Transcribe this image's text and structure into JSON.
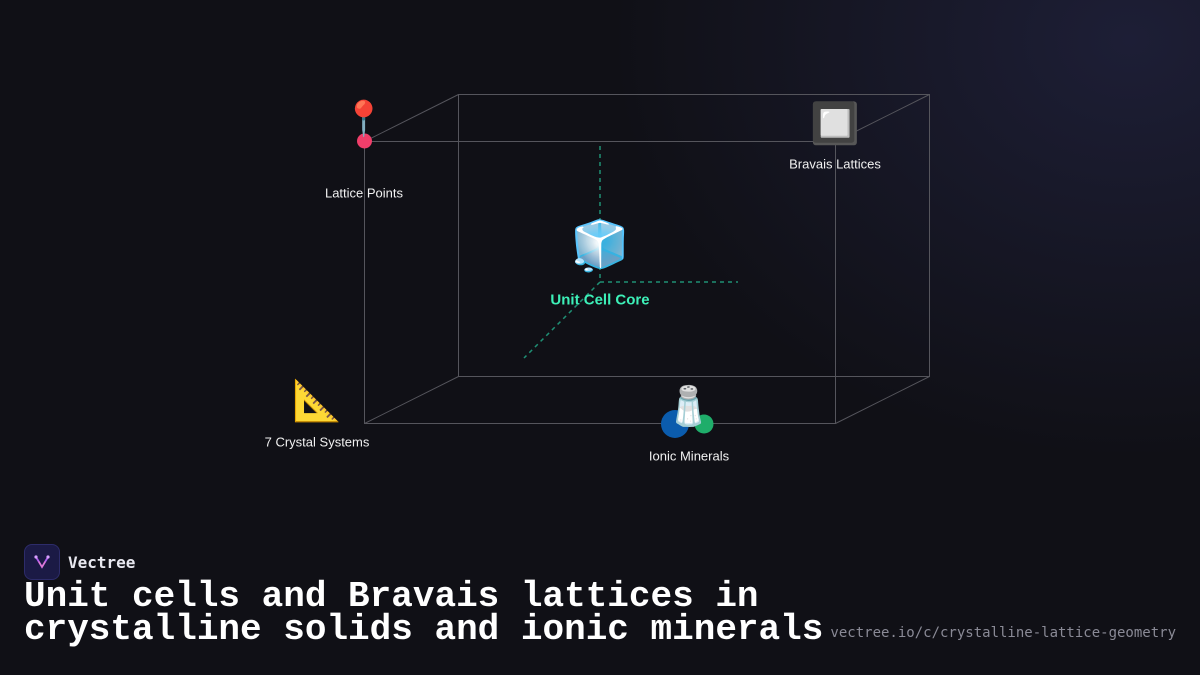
{
  "diagram": {
    "nodes": {
      "lattice_points": {
        "label": "Lattice Points",
        "icon": "round-pushpin-icon",
        "glyph": "📍"
      },
      "bravais": {
        "label": "Bravais Lattices",
        "icon": "white-square-icon",
        "glyph": "🔲"
      },
      "core": {
        "label": "Unit Cell Core",
        "icon": "ice-cube-icon",
        "glyph": "🧊"
      },
      "crystal_systems": {
        "label": "7 Crystal Systems",
        "icon": "triangular-ruler-icon",
        "glyph": "📐"
      },
      "ionic": {
        "label": "Ionic Minerals",
        "icon": "salt-shaker-icon",
        "glyph": "🧂"
      }
    },
    "colors": {
      "edges": "#55555c",
      "axes": "#1f8f74",
      "core_label": "#3df0b8",
      "lattice_point": "#f03e6a",
      "ion_large": "#0b5cad",
      "ion_small": "#1fad6a"
    }
  },
  "footer": {
    "brand": "Vectree",
    "title_line1": "Unit cells and Bravais lattices in",
    "title_line2": "crystalline solids and ionic minerals",
    "url": "vectree.io/c/crystalline-lattice-geometry"
  }
}
